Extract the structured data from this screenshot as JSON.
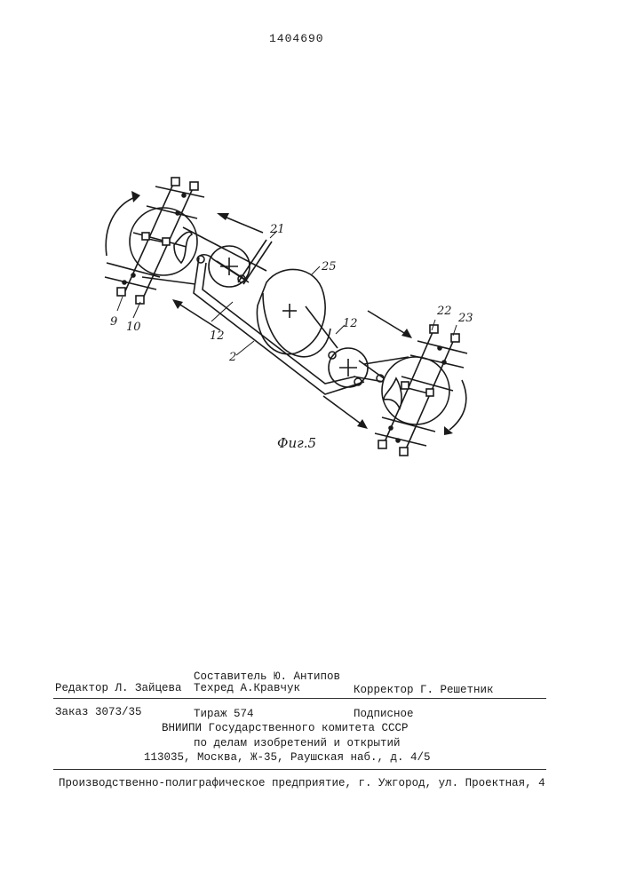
{
  "document": {
    "patent_number": "1404690",
    "figure_caption": "Фиг.5",
    "labels": {
      "l21": "21",
      "l25": "25",
      "l12a": "12",
      "l12b": "12",
      "l2": "2",
      "l9": "9",
      "l10": "10",
      "l22": "22",
      "l23": "23"
    }
  },
  "colophon": {
    "compiler": "Составитель Ю. Антипов",
    "editor": "Редактор Л. Зайцева",
    "techred": "Техред А.Кравчук",
    "corrector": "Корректор Г. Решетник",
    "order": "Заказ 3073/35",
    "circulation": "Тираж 574",
    "subscription": "Подписное",
    "org_line1": "ВНИИПИ Государственного комитета СССР",
    "org_line2": "по делам изобретений и открытий",
    "org_address": "113035, Москва, Ж-35, Раушская наб., д. 4/5",
    "printer": "Производственно-полиграфическое предприятие, г. Ужгород, ул. Проектная, 4"
  }
}
